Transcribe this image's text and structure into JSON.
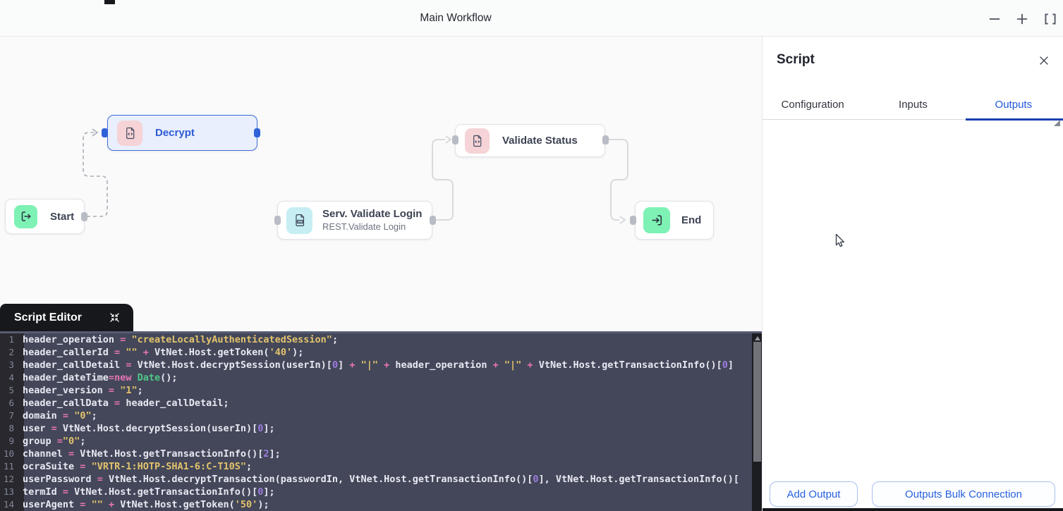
{
  "titlebar": {
    "title": "Main Workflow"
  },
  "canvas": {
    "nodes": {
      "start": {
        "label": "Start"
      },
      "decrypt": {
        "label": "Decrypt"
      },
      "serv_validate_login": {
        "title": "Serv. Validate Login",
        "subtitle": "REST.Validate Login",
        "icon_label": "https"
      },
      "validate_status": {
        "label": "Validate Status"
      },
      "end": {
        "label": "End"
      }
    }
  },
  "script_panel": {
    "title": "Script",
    "tabs": [
      {
        "label": "Configuration"
      },
      {
        "label": "Inputs"
      },
      {
        "label": "Outputs"
      }
    ],
    "active_tab": "Outputs",
    "footer": {
      "add_output": "Add Output",
      "bulk_connection": "Outputs Bulk Connection"
    }
  },
  "script_editor": {
    "title": "Script Editor",
    "lines": [
      "header_operation = \"createLocallyAuthenticatedSession\";",
      "header_callerId = \"\" + VtNet.Host.getToken('40');",
      "header_callDetail = VtNet.Host.decryptSession(userIn)[0] + \"|\" + header_operation + \"|\" + VtNet.Host.getTransactionInfo()[0]",
      "header_dateTime=new Date();",
      "header_version = \"1\";",
      "header_callData = header_callDetail;",
      "domain = \"0\";",
      "user = VtNet.Host.decryptSession(userIn)[0];",
      "group =\"0\";",
      "channel = VtNet.Host.getTransactionInfo()[2];",
      "ocraSuite = \"VRTR-1:HOTP-SHA1-6:C-T10S\";",
      "userPassword = VtNet.Host.decryptTransaction(passwordIn, VtNet.Host.getTransactionInfo()[0], VtNet.Host.getTransactionInfo()[",
      "termId = VtNet.Host.getTransactionInfo()[0];",
      "userAgent = \"\" + VtNet.Host.getToken('50');"
    ]
  },
  "colors": {
    "accent_blue": "#2156d9",
    "tab_underline": "#1c3faf",
    "node_green": "#7df2b4",
    "node_pink": "#f5d3d6",
    "node_cyan": "#c6eef3",
    "code_bg": "#434759",
    "code_text": "#e9e9f3",
    "code_string": "#e3c36d",
    "code_operator": "#e874b4",
    "code_number": "#9d7ce0",
    "code_class": "#4fc987"
  }
}
